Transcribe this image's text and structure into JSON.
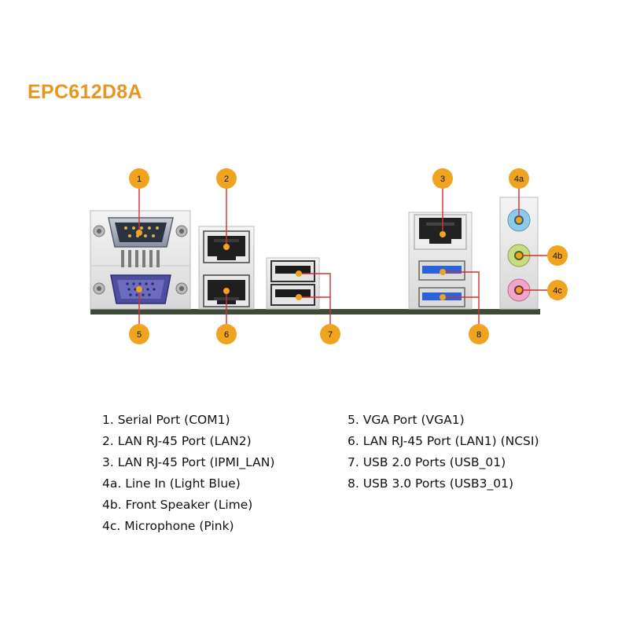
{
  "title": "EPC612D8A",
  "colors": {
    "callout": "#f0a31e",
    "leader": "#d23030",
    "line_in": "#8ec9e8",
    "front_speaker": "#c8dc82",
    "microphone": "#f0a6c8",
    "usb3": "#2a64d8",
    "vga": "#4e4ea0"
  },
  "callouts": {
    "c1": "1",
    "c2": "2",
    "c3": "3",
    "c4a": "4a",
    "c4b": "4b",
    "c4c": "4c",
    "c5": "5",
    "c6": "6",
    "c7": "7",
    "c8": "8"
  },
  "legend": {
    "left": [
      "1. Serial Port (COM1)",
      "2. LAN RJ-45 Port (LAN2)",
      "3. LAN RJ-45 Port (IPMI_LAN)",
      "4a. Line In (Light Blue)",
      "4b. Front Speaker (Lime)",
      "4c. Microphone (Pink)"
    ],
    "right": [
      "5. VGA Port (VGA1)",
      "6. LAN RJ-45 Port (LAN1) (NCSI)",
      "7. USB 2.0 Ports (USB_01)",
      "8. USB 3.0 Ports (USB3_01)"
    ]
  }
}
